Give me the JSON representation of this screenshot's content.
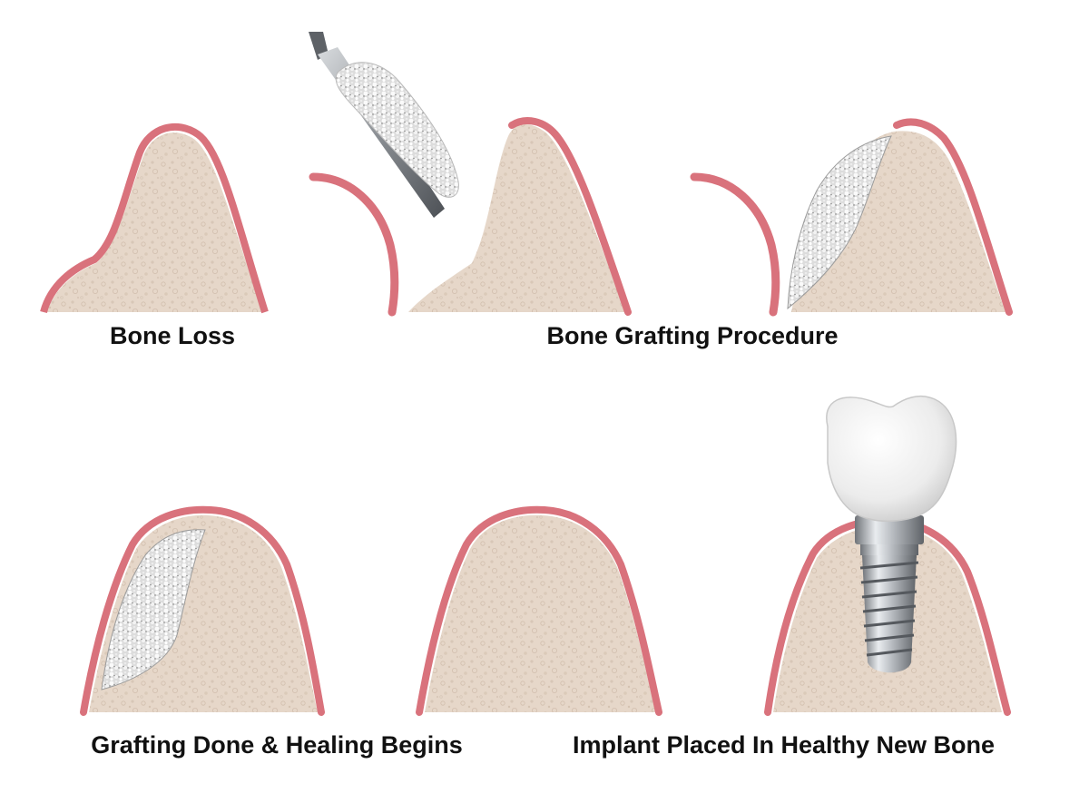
{
  "captions": {
    "bone_loss": "Bone Loss",
    "grafting_procedure": "Bone Grafting Procedure",
    "grafting_done": "Grafting Done & Healing Begins",
    "implant_placed": "Implant Placed In Healthy New Bone"
  },
  "colors": {
    "gum": "#d9727c",
    "gum_edge": "#b8545f",
    "bone": "#e6d7c9",
    "bone_speckle": "#d3c1b0",
    "graft": "#f2f2f2",
    "graft_shadow": "#9b9b9b",
    "implant_metal": "#a9adb2",
    "crown": "#f4f4f4"
  },
  "panels": [
    "bone-loss-ridge",
    "flap-open-with-instrument",
    "graft-packed",
    "graft-healing",
    "healed-ridge",
    "implant-with-crown"
  ]
}
